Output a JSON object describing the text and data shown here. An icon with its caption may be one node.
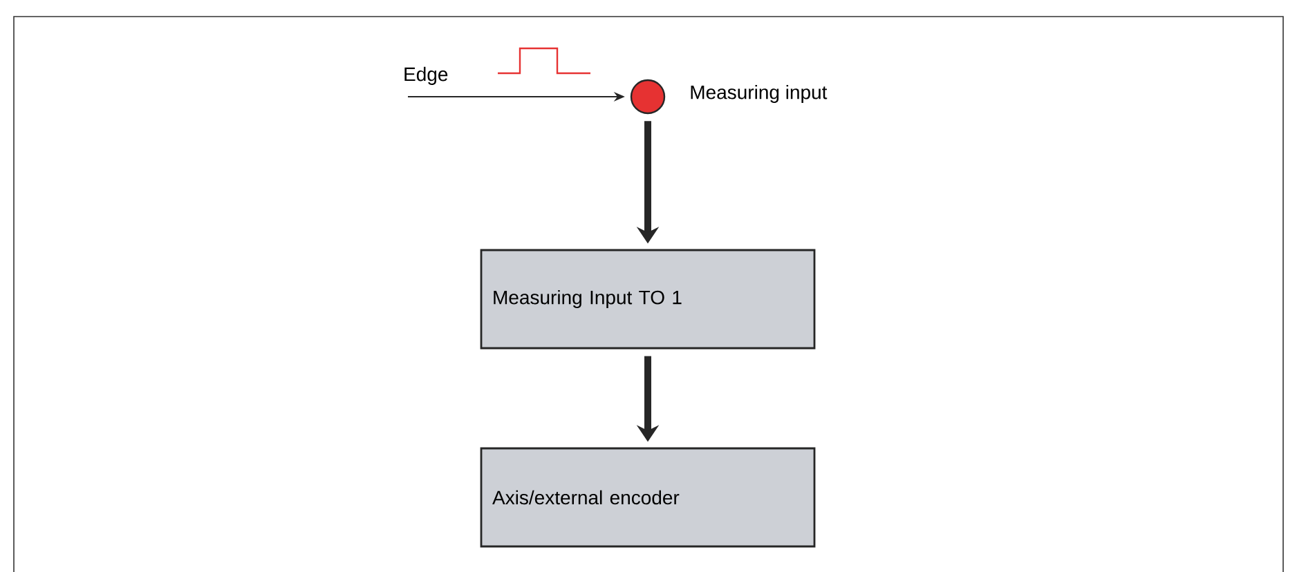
{
  "diagram": {
    "nodes": [
      {
        "text": [],
        "shape": "circle",
        "beside": [
          "Measuring input"
        ]
      },
      {
        "text": [
          "Measuring Input TO 1"
        ]
      },
      {
        "text": [
          "Axis/external encoder"
        ]
      }
    ],
    "edges": [
      {
        "from": null,
        "to": 0,
        "arrow": "to",
        "label": "Edge"
      },
      {
        "from": 0,
        "to": 1,
        "arrow": "to"
      },
      {
        "from": 1,
        "to": 2,
        "arrow": "to"
      }
    ]
  }
}
